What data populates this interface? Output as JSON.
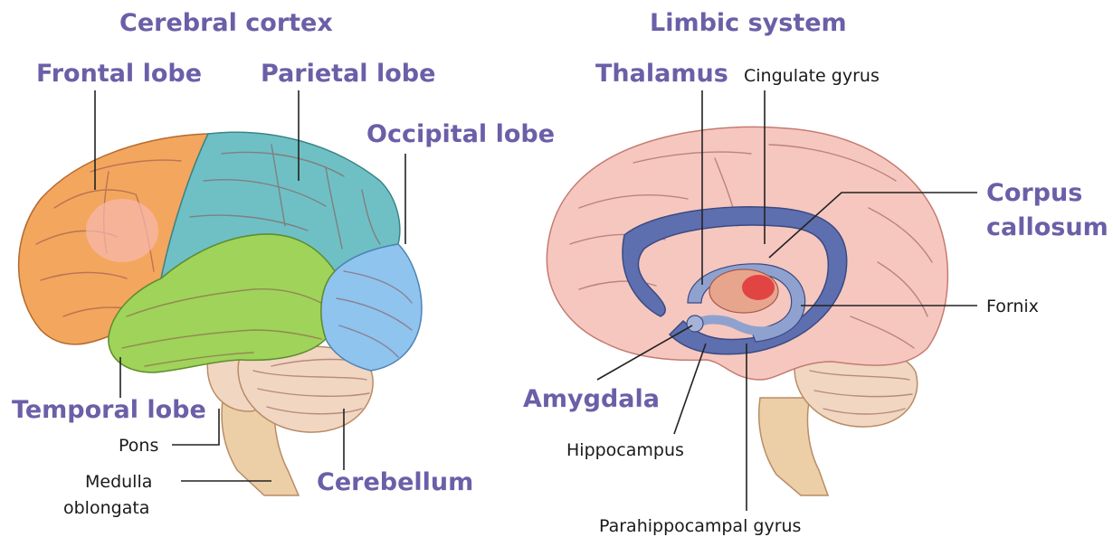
{
  "titles": {
    "left": "Cerebral cortex",
    "right": "Limbic system"
  },
  "left_labels": {
    "frontal_lobe": "Frontal lobe",
    "parietal_lobe": "Parietal lobe",
    "occipital_lobe": "Occipital lobe",
    "temporal_lobe": "Temporal lobe",
    "pons": "Pons",
    "medulla_line1": "Medulla",
    "medulla_line2": "oblongata",
    "cerebellum": "Cerebellum"
  },
  "right_labels": {
    "thalamus": "Thalamus",
    "cingulate_gyrus": "Cingulate gyrus",
    "corpus_line1": "Corpus",
    "corpus_line2": "callosum",
    "fornix": "Fornix",
    "amygdala": "Amygdala",
    "hippocampus": "Hippocampus",
    "parahippocampal_gyrus": "Parahippocampal gyrus"
  },
  "colors": {
    "frontal": "#f3a65e",
    "parietal": "#6fc0c4",
    "occipital": "#8ec4ee",
    "temporal": "#9fd35a",
    "cerebellum": "#f1d6c2",
    "brainstem": "#eccfa6",
    "limbic_brain": "#f6c7bf",
    "limbic_ring": "#5d6fae",
    "thalamus": "#e05050",
    "label_accent": "#6b5fa8"
  }
}
